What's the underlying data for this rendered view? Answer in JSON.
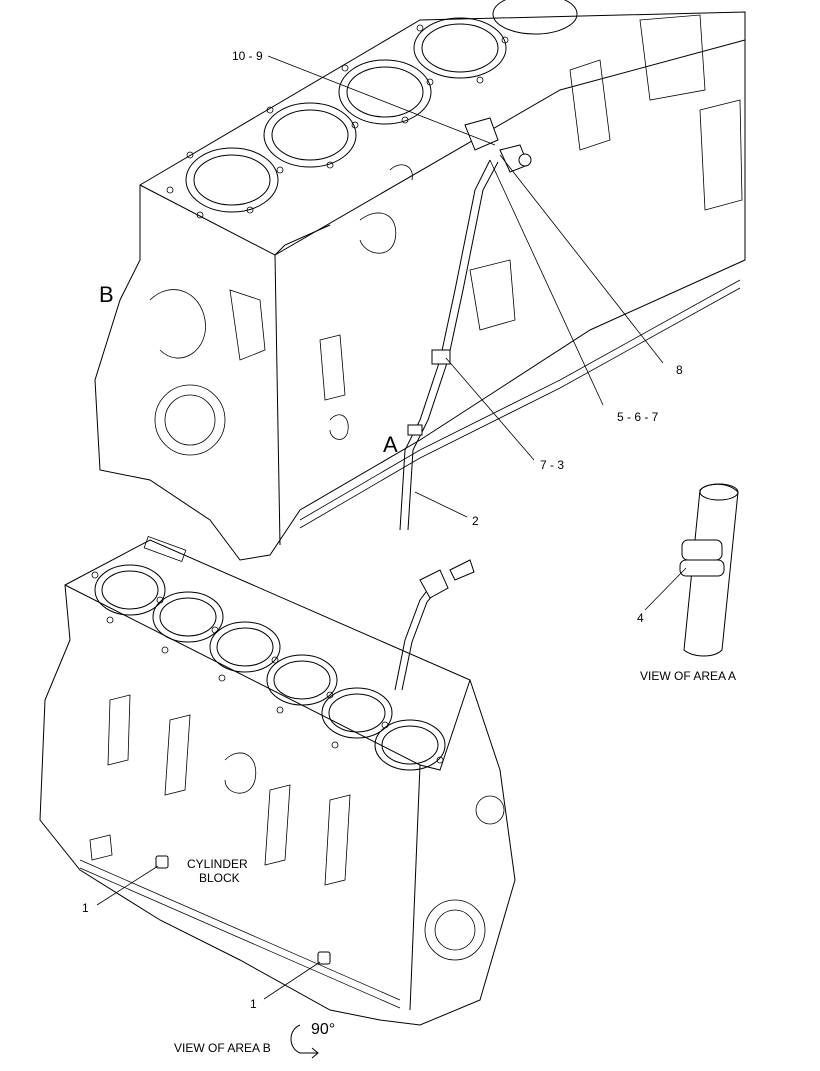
{
  "callouts": {
    "c_10_9": "10 - 9",
    "c_8": "8",
    "c_5_6_7": "5 - 6 - 7",
    "c_7_3": "7 - 3",
    "c_2": "2",
    "c_4": "4",
    "c_1a": "1",
    "c_1b": "1"
  },
  "area_letters": {
    "a": "A",
    "b": "B"
  },
  "captions": {
    "view_area_a": "VIEW OF AREA  A",
    "view_area_b": "VIEW OF AREA B",
    "cylinder_block_line1": "CYLINDER",
    "cylinder_block_line2": "BLOCK",
    "rotation": "90°"
  }
}
